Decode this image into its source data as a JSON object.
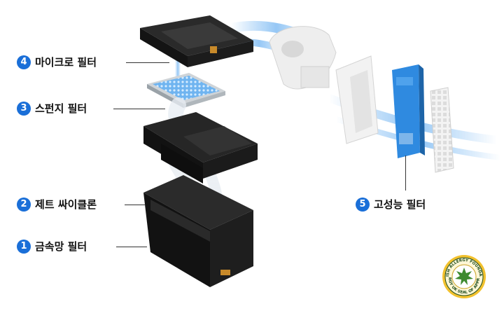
{
  "labels": {
    "metal_mesh_filter": {
      "number": "1",
      "text": "금속망 필터"
    },
    "jet_cyclone": {
      "number": "2",
      "text": "제트 싸이클론"
    },
    "sponge_filter": {
      "number": "3",
      "text": "스펀지 필터"
    },
    "micro_filter": {
      "number": "4",
      "text": "마이크로 필터"
    },
    "high_performance_filter": {
      "number": "5",
      "text": "고성능 필터"
    }
  },
  "badge": {
    "top_text": "BRITISH ALLERGY FOUNDATION",
    "bottom_text": "ALLERGY UK SEAL OF APPROVAL"
  },
  "colors": {
    "number_circle": "#1a6fd8",
    "filter_blue": "#2f8ae0",
    "airflow_blue": "#5aa8f0",
    "plastic_black": "#1c1c1c",
    "badge_yellow": "#f2c12e",
    "badge_green": "#3d8a2f"
  }
}
